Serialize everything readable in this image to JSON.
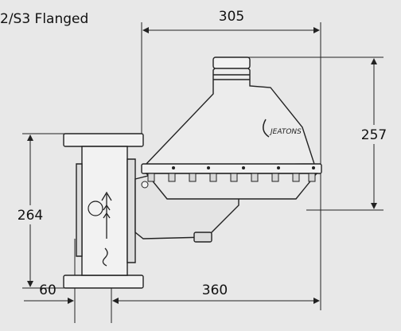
{
  "title": "2/S3 Flanged",
  "dimensions": {
    "top_width": "305",
    "right_height": "257",
    "left_height": "264",
    "bottom_left": "60",
    "bottom_width": "360"
  },
  "logo": {
    "text": "JEATONS"
  }
}
